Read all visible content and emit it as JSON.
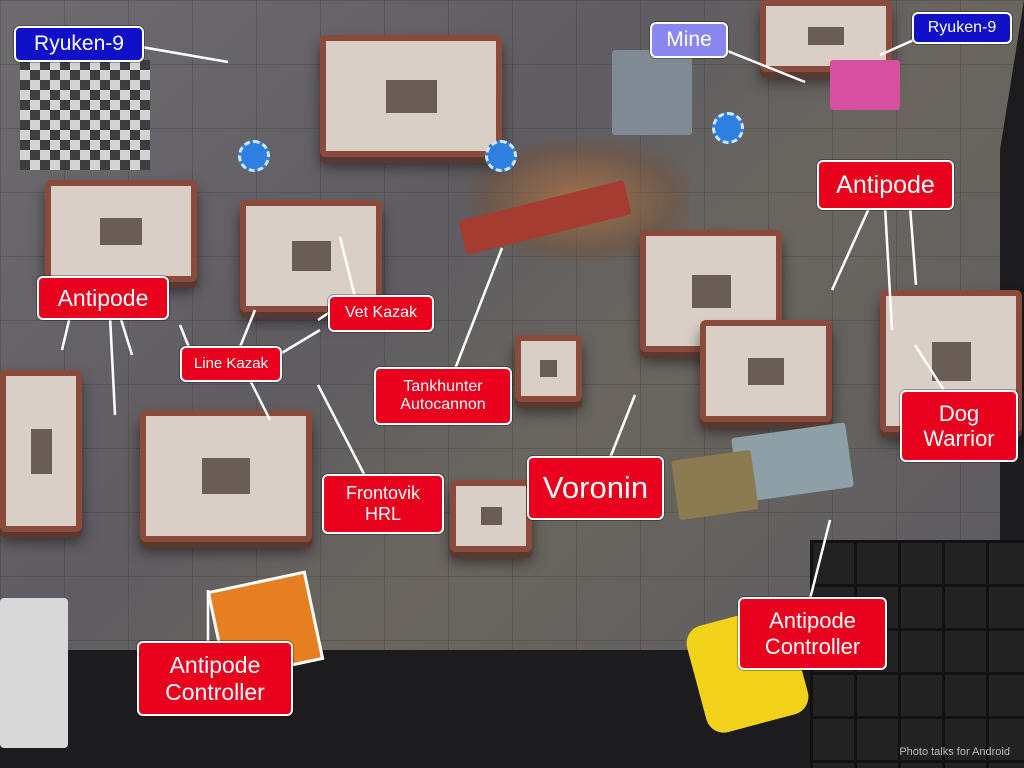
{
  "labels": {
    "ryuken_left": "Ryuken-9",
    "mine": "Mine",
    "ryuken_right": "Ryuken-9",
    "antipode_right": "Antipode",
    "antipode_left": "Antipode",
    "vet_kazak": "Vet Kazak",
    "line_kazak": "Line Kazak",
    "tankhunter": "Tankhunter\nAutocannon",
    "dog_warrior": "Dog\nWarrior",
    "voronin": "Voronin",
    "frontovik": "Frontovik\nHRL",
    "controller_right": "Antipode\nController",
    "controller_left": "Antipode\nController"
  },
  "watermark": "Photo talks for Android",
  "colors": {
    "red": "#e8001c",
    "blue": "#1010c8",
    "purple": "#8a86f0"
  }
}
